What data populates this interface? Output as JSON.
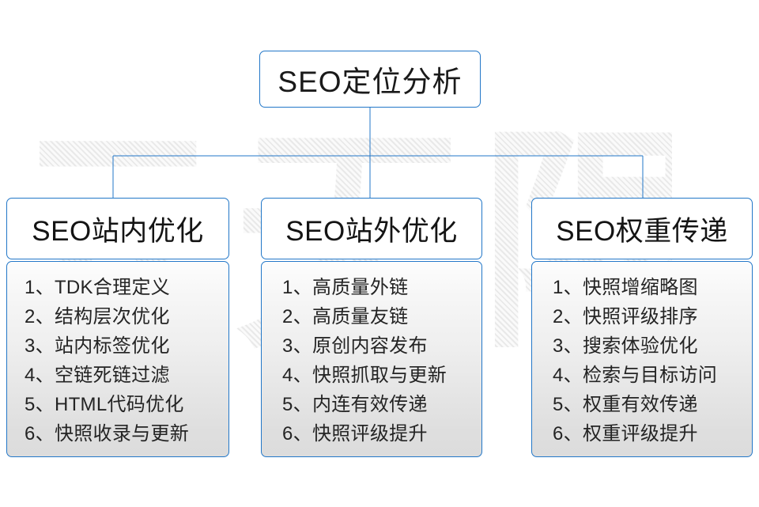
{
  "watermark": {
    "text": "云无限"
  },
  "root": {
    "label": "SEO定位分析"
  },
  "colors": {
    "border": "#2277c8",
    "title_text": "#1a1a1a",
    "body_text": "#242424"
  },
  "columns": [
    {
      "header": "SEO站内优化",
      "items": [
        "1、TDK合理定义",
        "2、结构层次优化",
        "3、站内标签优化",
        "4、空链死链过滤",
        "5、HTML代码优化",
        "6、快照收录与更新"
      ]
    },
    {
      "header": "SEO站外优化",
      "items": [
        "1、高质量外链",
        "2、高质量友链",
        "3、原创内容发布",
        "4、快照抓取与更新",
        "5、内连有效传递",
        "6、快照评级提升"
      ]
    },
    {
      "header": "SEO权重传递",
      "items": [
        "1、快照增缩略图",
        "2、快照评级排序",
        "3、搜索体验优化",
        "4、检索与目标访问",
        "5、权重有效传递",
        "6、权重评级提升"
      ]
    }
  ]
}
